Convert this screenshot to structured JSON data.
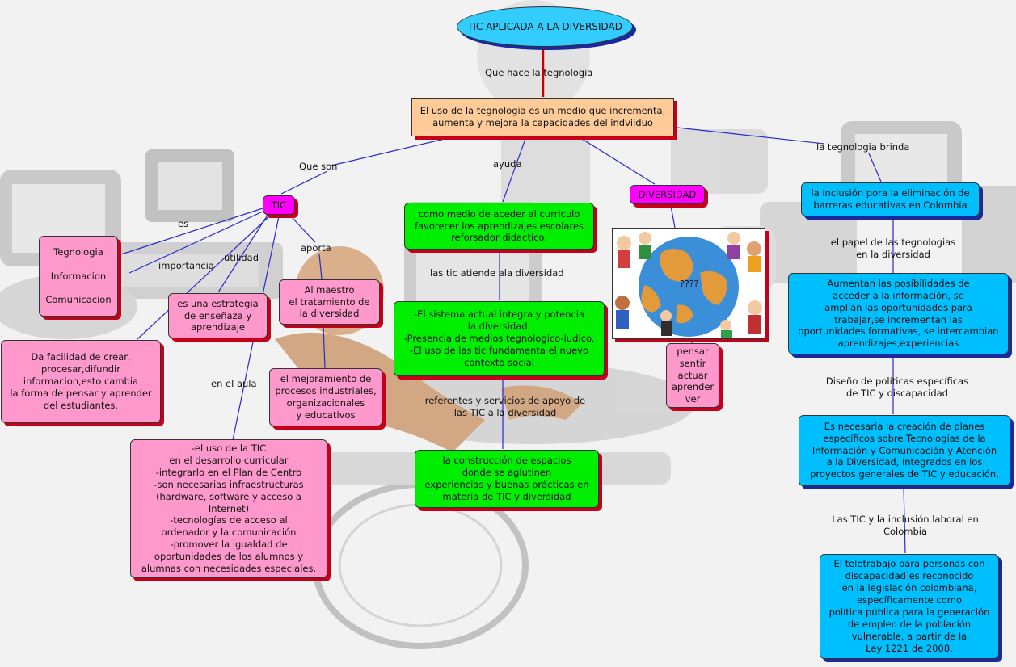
{
  "colors": {
    "pink": "#ff99cc",
    "green": "#00ee00",
    "cyan": "#00bfff",
    "peach": "#ffcc99",
    "magenta": "#ff00ff",
    "root": "#33ccff",
    "link_line": "#2a2acc",
    "root_link": "#cc0000",
    "shadow_red": "#c4001a",
    "shadow_blue": "#1a2a9a"
  },
  "root": {
    "label": "TIC APLICADA A LA DIVERSIDAD"
  },
  "nodes": {
    "main_idea": "El uso de la tegnologia es un medio que incrementa,\naumenta y mejora la capacidades del indviiduo",
    "tic": "TIC",
    "diversidad": "DIVERSIDAD",
    "tegnologia": "Tegnologia\n\nInformacion\n\nComunicacion",
    "estrategia": "es una estrategia\nde enseñaza y\naprendizaje",
    "facilidad": "Da facilidad de crear,\nprocesar,difundir\ninformacion,esto cambia\nla forma de pensar y aprender\ndel estudiantes.",
    "maestro": "Al maestro\nel tratamiento de\nla diversidad",
    "mejoramiento": "el mejoramiento de\nprocesos industriales,\norganizacionales\ny educativos",
    "uso_tic": "-el uso de la TIC\nen el desarrollo curricular\n-integrarlo en el Plan de Centro\n-son necesarias infraestructuras\n(hardware, software y acceso a\nInternet)\n-tecnologías de acceso al\nordenador y la comunicación\n-promover la igualdad de\noportunidades de los alumnos y\nalumnas con necesidades especiales.",
    "curriculo": "como medio de aceder al curriculo\nfavorecer los aprendizajes escolares\nreforsador didactico.",
    "sistema": "-El sistema actual integra y potencia\nla diversidad.\n-Presencia de medios tegnologico-ludico.\n-El uso de las tic fundamenta el nuevo\ncontexto social",
    "construccion": "la construcción de espacios\ndonde se aglutinen\nexperiencias y buenas prácticas en\nmateria de TIC y diversidad",
    "pensar": "pensar\nsentir\nactuar\naprender\nver",
    "inclusion": "la inclusión pora la eliminación de\nbarreras educativas en Colombia",
    "posibilidades": "Aumentan las posibilidades de\nacceder a la información, se\namplían las oportunidades para\ntrabajar,se incrementan las\noportunidades formativas, se intercambian\naprendizajes,experiencias",
    "planes": "Es necesaria la creación de planes\nespecíficos sobre Tecnologías de la\nInformación y Comunicación y Atención\na la Diversidad, integrados en los\nproyectos generales de TIC y educación,",
    "teletrabajo": "El teletrabajo para personas con\ndiscapacidad es reconocido\nen la legislación colombiana,\nespecíficamente como\npolítica pública para la generación\nde empleo de la población\nvulnerable, a partir de la\nLey 1221 de 2008."
  },
  "links": {
    "que_hace": "Que  hace la tegnologia",
    "que_son": "Que son",
    "ayuda": "ayuda",
    "brinda": "la tegnologia brinda",
    "es": "es",
    "importancia": "importancia",
    "utilidad": "utilidad",
    "aporta": "aporta",
    "en_el_aula": "en el aula",
    "atiende": "las tic atiende ala diversidad",
    "referentes": "referentes y servicios de apoyo  de\nlas TIC a la diversidad",
    "papel": "el papel de las tegnologias\nen la diversidad",
    "diseno": "Diseño de políticas específicas\nde TIC y discapacidad",
    "laboral": "Las TIC y la inclusión laboral en\nColombia"
  },
  "picture": {
    "label": "????",
    "icon": "globe-children-icon"
  }
}
